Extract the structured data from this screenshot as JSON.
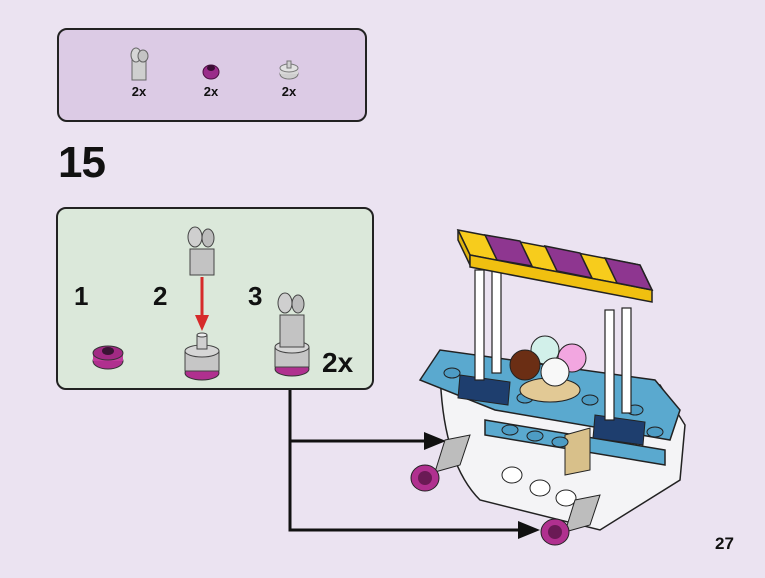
{
  "parts_list": {
    "items": [
      {
        "name": "light-gray-clip-plate",
        "color": "#c7c7c7",
        "qty": "2x"
      },
      {
        "name": "magenta-round-plate",
        "color": "#9a2c8a",
        "qty": "2x"
      },
      {
        "name": "light-gray-round-brick",
        "color": "#c9c9c9",
        "qty": "2x"
      }
    ]
  },
  "step": {
    "number": "15",
    "substeps": [
      {
        "label": "1"
      },
      {
        "label": "2"
      },
      {
        "label": "3"
      }
    ],
    "sub_multiplier": "2x"
  },
  "colors": {
    "page_bg": "#ebe3f1",
    "parts_box_bg": "#dccbe5",
    "substep_box_bg": "#dbe8da",
    "arrow_red": "#d62a2a",
    "awning_yellow": "#f7cc1c",
    "awning_purple": "#8e3690",
    "cart_blue": "#5aa9cf",
    "cart_dark_blue": "#1e3e6e",
    "magenta": "#b0308f"
  },
  "page": {
    "number": "27"
  }
}
